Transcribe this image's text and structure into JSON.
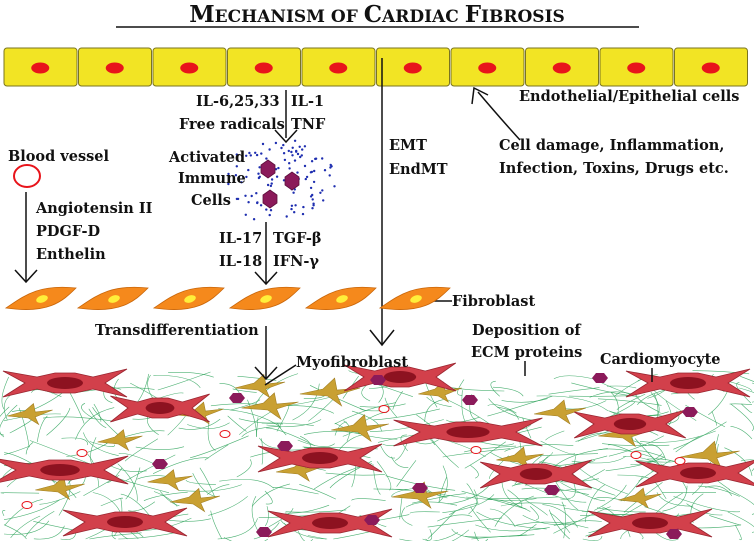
{
  "title_caps": [
    "M",
    "C",
    "F"
  ],
  "title_rest": [
    "ECHANISM OF ",
    "ARDIAC ",
    "IBROSIS"
  ],
  "labels": {
    "endothelial": "Endothelial/Epithelial cells",
    "il_a": "IL-6,25,33",
    "il_b": "IL-1",
    "free_radicals": "Free radicals",
    "tnf": "TNF",
    "emt": "EMT",
    "endmt": "EndMT",
    "damage1": "Cell damage, Inflammation,",
    "damage2": "Infection, Toxins, Drugs etc.",
    "blood_vessel": "Blood vessel",
    "activated": "Activated",
    "immune": "Immune",
    "cells": "Cells",
    "angiotensin": "Angiotensin II",
    "pdgf": "PDGF-D",
    "enthelin": "Enthelin",
    "il17": "IL-17",
    "il18": "IL-18",
    "tgf": "TGF-β",
    "ifn": "IFN-γ",
    "fibroblast": "Fibroblast",
    "transdiff": "Transdifferentiation",
    "deposition1": "Deposition of",
    "deposition2": "ECM proteins",
    "myofibroblast": "Myofibroblast",
    "cardiomyocyte": "Cardiomyocyte"
  },
  "colors": {
    "epithelium": "#f2e424",
    "nucleus_red": "#e8141b",
    "fibroblast": "#f5891c",
    "fibroblast_nucleus": "#ffef3a",
    "immune_cell": "#8b1a5a",
    "dots": "#1f2fb0",
    "ecm_fiber": "#2ea35b",
    "cardiomyocyte": "#d2404b",
    "cardio_nucleus": "#8d1220",
    "myofibroblast": "#c9a032"
  }
}
